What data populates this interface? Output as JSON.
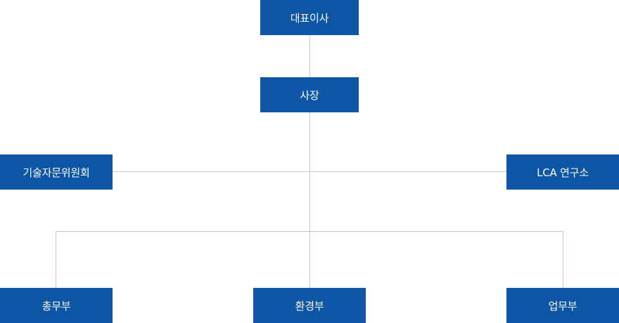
{
  "org_chart": {
    "ceo": "대표이사",
    "president": "사장",
    "advisory_committee": "기술자문위원회",
    "lca_institute": "LCA 연구소",
    "departments": {
      "general_affairs": "총무부",
      "environment": "환경부",
      "business": "업무부"
    }
  },
  "colors": {
    "box_fill": "#0d56a6",
    "box_text": "#ffffff",
    "connector": "#c8c8c8"
  }
}
